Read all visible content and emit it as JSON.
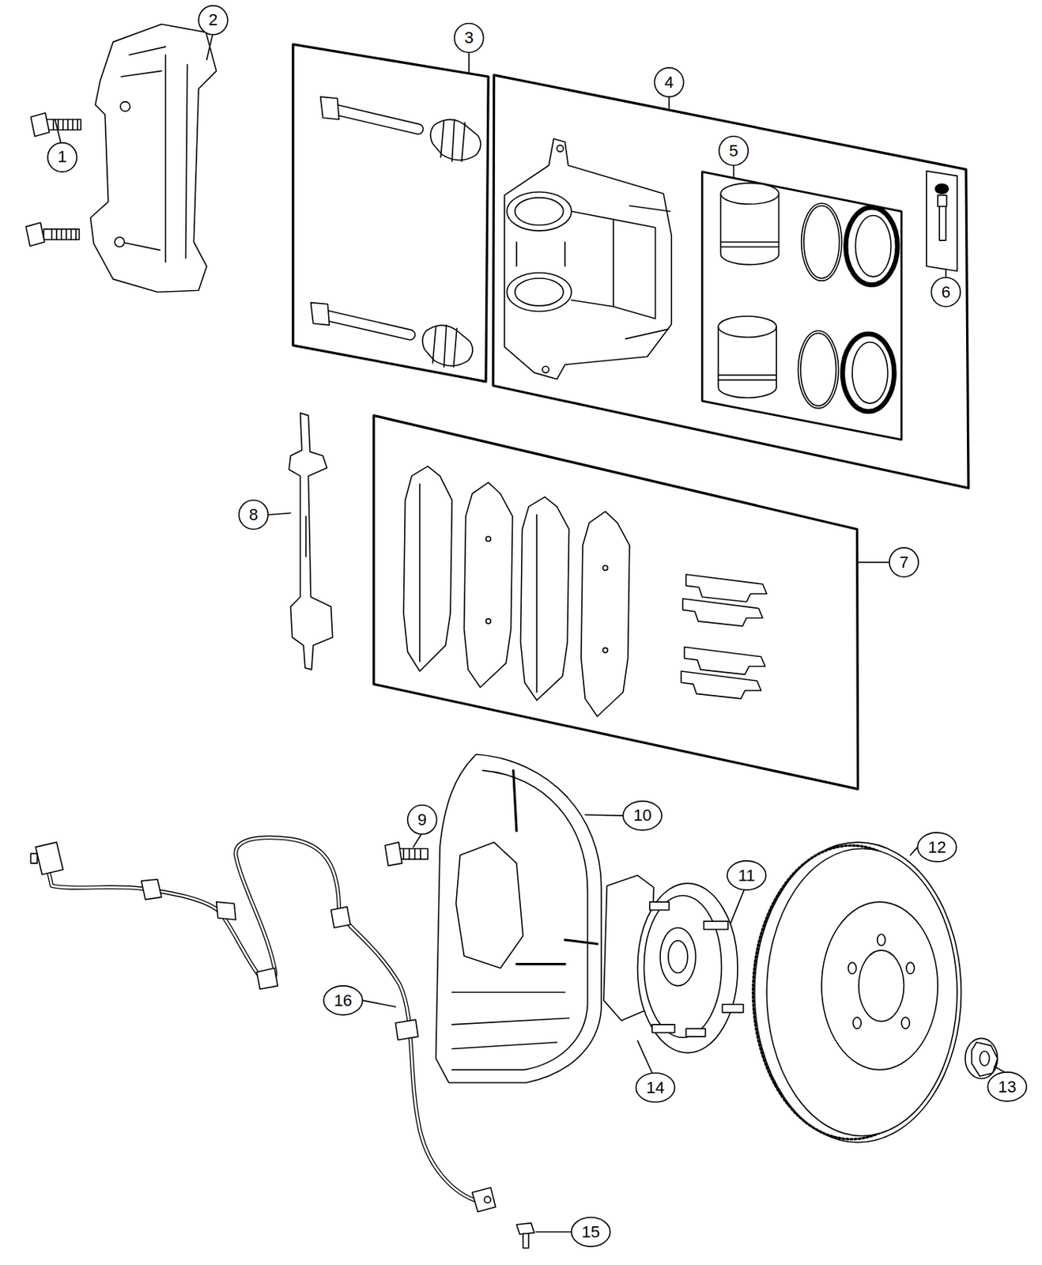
{
  "diagram": {
    "labels": [
      "2",
      "3",
      "4",
      "5",
      "1",
      "6",
      "8",
      "7",
      "9",
      "10",
      "12",
      "11",
      "16",
      "14",
      "13",
      "15"
    ]
  }
}
